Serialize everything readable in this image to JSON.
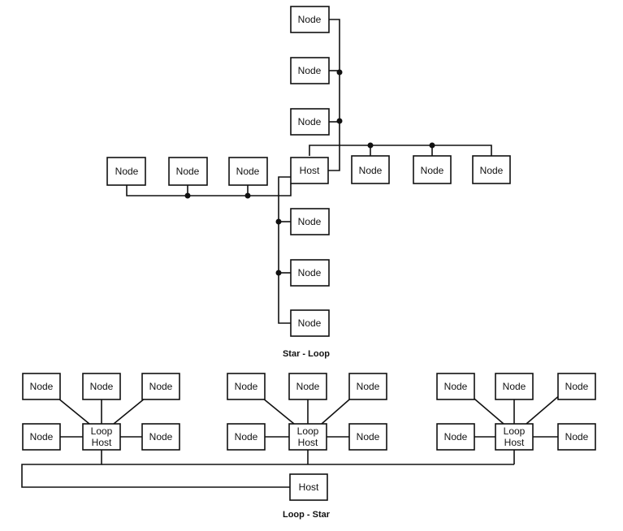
{
  "labels": {
    "node": "Node",
    "host": "Host",
    "loop_host_line1": "Loop",
    "loop_host_line2": "Host"
  },
  "captions": {
    "star_loop": "Star - Loop",
    "loop_star": "Loop - Star"
  }
}
